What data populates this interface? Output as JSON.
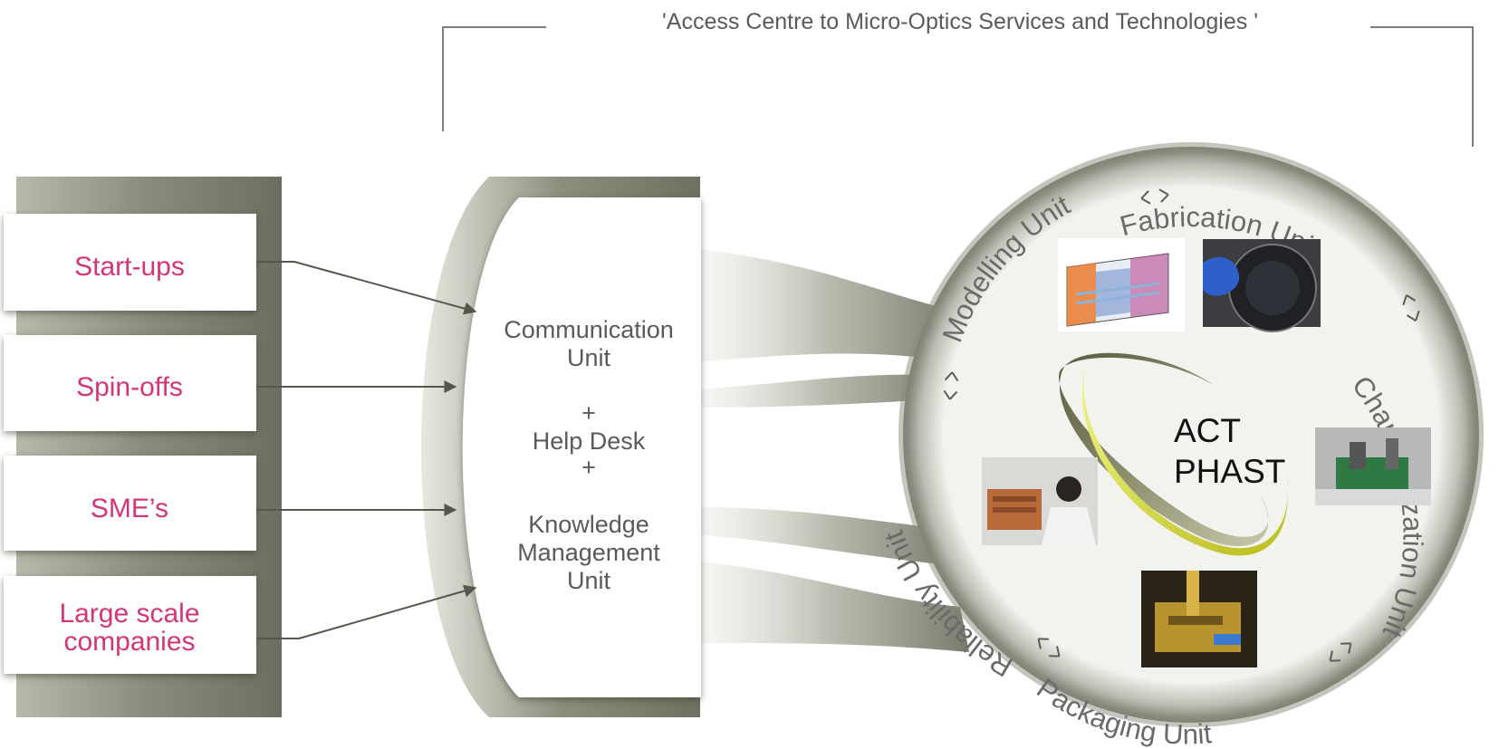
{
  "header": {
    "title": "'Access Centre to Micro-Optics Services and Technologies '"
  },
  "clients": [
    {
      "lines": [
        "Start-ups"
      ]
    },
    {
      "lines": [
        "Spin-offs"
      ]
    },
    {
      "lines": [
        "SME’s"
      ]
    },
    {
      "lines": [
        "Large scale",
        "companies"
      ]
    }
  ],
  "hub": {
    "communication": [
      "Communication",
      "Unit"
    ],
    "plus1": "+",
    "helpdesk": "Help Desk",
    "plus2": "+",
    "knowledge": [
      "Knowledge",
      "Management",
      "Unit"
    ]
  },
  "ring_units": {
    "modelling": "Modelling Unit",
    "fabrication": "Fabrication Unit",
    "characterization": "Characterization Unit",
    "packaging": "Packaging Unit",
    "reliability": "Reliability Unit"
  },
  "center_logo": {
    "line1": "ACT",
    "line2": "PHAST"
  },
  "colors": {
    "client_text": "#d4357a",
    "olive_frame": "#8f9080",
    "arrow": "#55574c",
    "logo_yellow": "#c9cc2e",
    "logo_olive": "#7e7f58",
    "body_text": "#5a5a5a"
  },
  "icons": [
    "bidirectional-arrow-icon"
  ]
}
